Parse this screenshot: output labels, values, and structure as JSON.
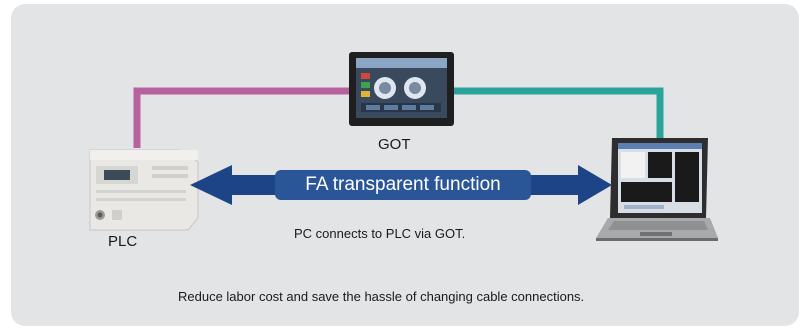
{
  "labels": {
    "got": "GOT",
    "plc": "PLC",
    "arrow_label": "FA transparent function",
    "connection_note": "PC connects to PLC via GOT.",
    "footer": "Reduce labor cost and save the hassle of changing cable connections."
  },
  "colors": {
    "panel_background": "#e3e4e6",
    "cable_plc_to_got": "#b8619f",
    "cable_got_to_pc": "#2aa39a",
    "arrow": "#1c4487",
    "label_box": "#2a5597"
  },
  "icons": {
    "got": "hmi-touch-panel-icon",
    "plc": "plc-controller-icon",
    "pc": "laptop-icon"
  }
}
